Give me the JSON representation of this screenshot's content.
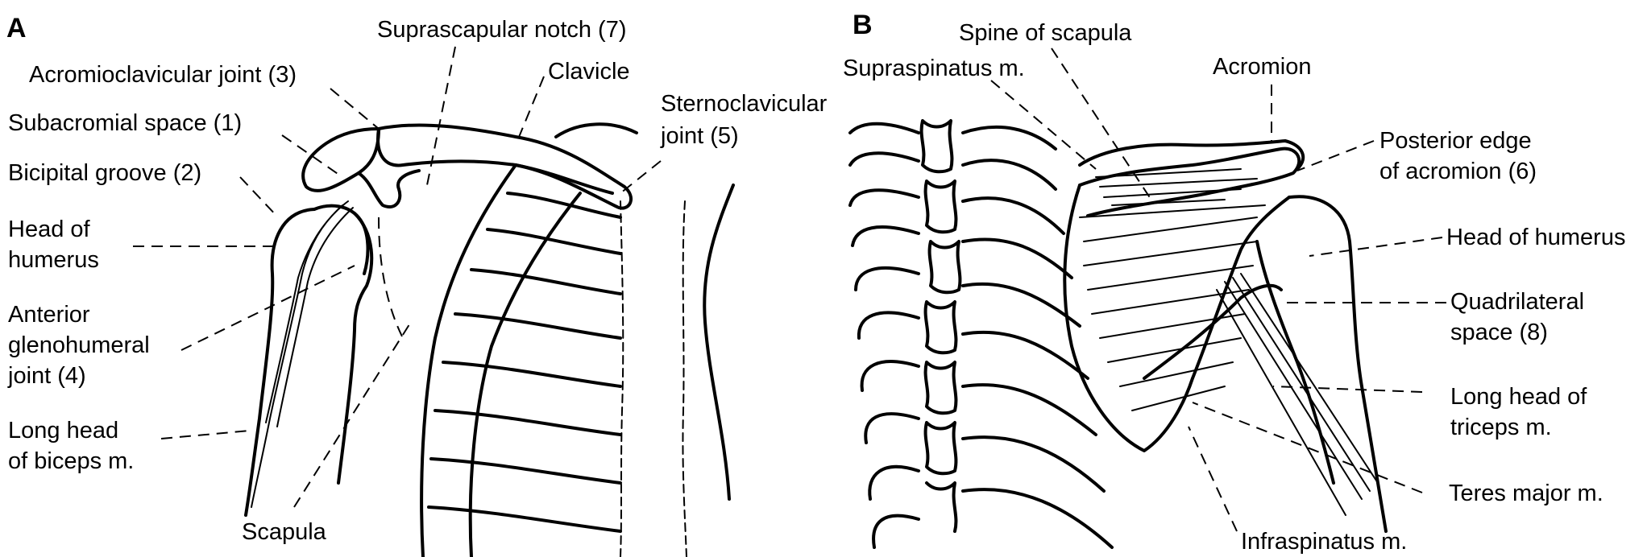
{
  "panels": {
    "a": {
      "letter": "A"
    },
    "b": {
      "letter": "B"
    }
  },
  "labels_a": {
    "suprascapular_notch": "Suprascapular notch (7)",
    "acromioclavicular_joint": "Acromioclavicular joint (3)",
    "clavicle": "Clavicle",
    "subacromial_space": "Subacromial space (1)",
    "sternoclavicular_1": "Sternoclavicular",
    "sternoclavicular_2": "joint (5)",
    "bicipital_groove": "Bicipital groove (2)",
    "head_humerus_1": "Head of",
    "head_humerus_2": "humerus",
    "anterior_gh_1": "Anterior",
    "anterior_gh_2": "glenohumeral",
    "anterior_gh_3": "joint (4)",
    "long_head_biceps_1": "Long head",
    "long_head_biceps_2": "of biceps m.",
    "scapula": "Scapula"
  },
  "labels_b": {
    "spine_scapula": "Spine of scapula",
    "supraspinatus": "Supraspinatus m.",
    "acromion": "Acromion",
    "posterior_edge_1": "Posterior edge",
    "posterior_edge_2": "of acromion (6)",
    "head_humerus": "Head of humerus",
    "quadrilateral_1": "Quadrilateral",
    "quadrilateral_2": "space (8)",
    "long_head_triceps_1": "Long head of",
    "long_head_triceps_2": "triceps m.",
    "teres_major": "Teres major m.",
    "infraspinatus": "Infraspinatus m."
  }
}
